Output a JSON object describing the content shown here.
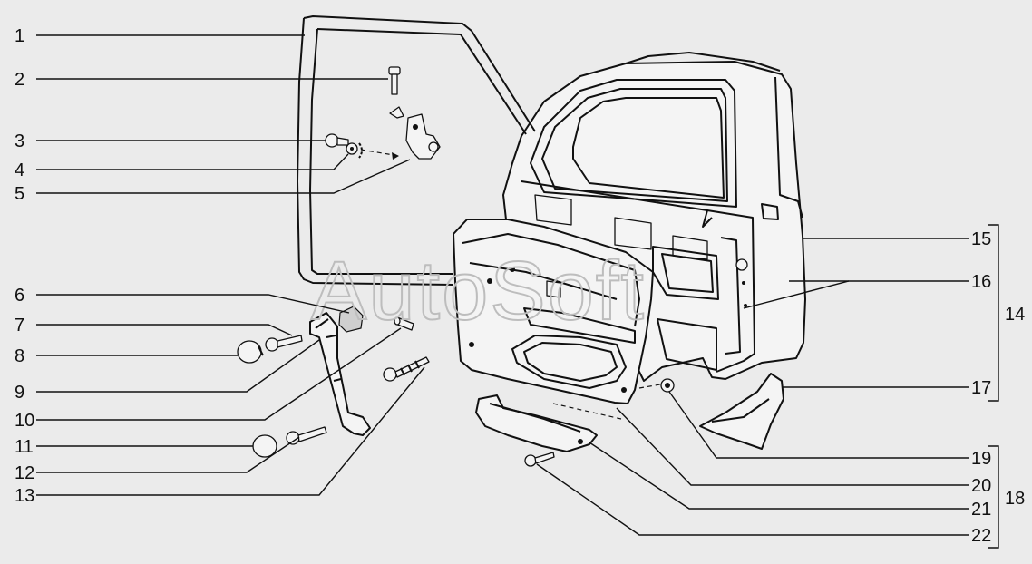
{
  "watermark": "AutoSoft",
  "callouts": [
    "1",
    "2",
    "3",
    "4",
    "5",
    "6",
    "7",
    "8",
    "9",
    "10",
    "11",
    "12",
    "13",
    "15",
    "16",
    "17",
    "19",
    "20",
    "21",
    "22"
  ],
  "groups": [
    "14",
    "18"
  ]
}
